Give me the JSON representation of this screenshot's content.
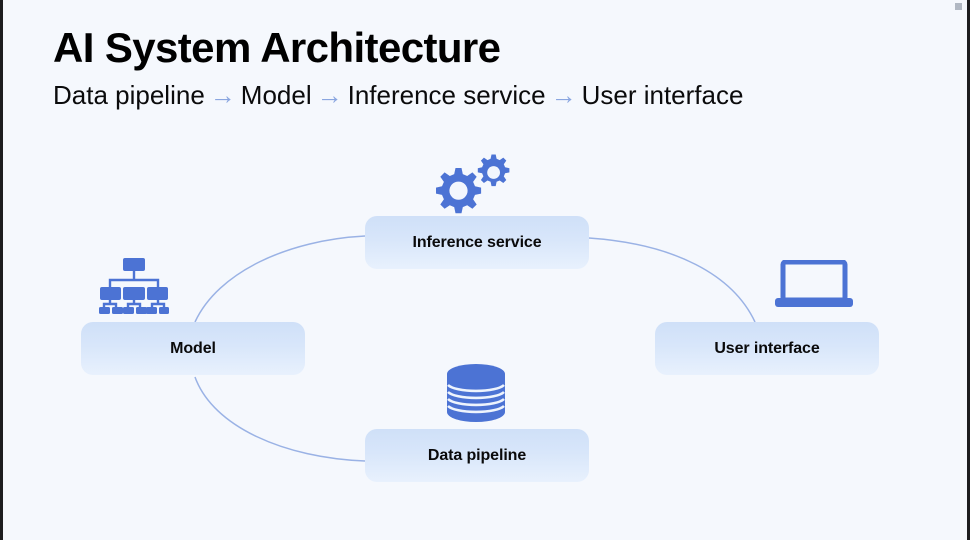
{
  "page": {
    "background_color": "#f5f8fd",
    "accent_color": "#4c73d4",
    "node_fill_top": "#cfe0f8",
    "node_fill_bottom": "#e8f1fd",
    "connector_color": "#8aa6e0",
    "title": "AI System Architecture"
  },
  "header": {
    "title": "AI System Architecture",
    "subtitle_parts": [
      "Data pipeline",
      "Model",
      "Inference service",
      "User interface"
    ],
    "subtitle_arrow": "→"
  },
  "diagram": {
    "type": "flow",
    "nodes": [
      {
        "id": "model",
        "label": "Model",
        "icon": "hierarchy-icon"
      },
      {
        "id": "inference",
        "label": "Inference service",
        "icon": "gears-icon"
      },
      {
        "id": "data",
        "label": "Data pipeline",
        "icon": "database-icon"
      },
      {
        "id": "ui",
        "label": "User interface",
        "icon": "laptop-icon"
      }
    ],
    "edges": [
      {
        "from": "model",
        "to": "inference"
      },
      {
        "from": "model",
        "to": "data"
      },
      {
        "from": "inference",
        "to": "ui"
      }
    ]
  }
}
